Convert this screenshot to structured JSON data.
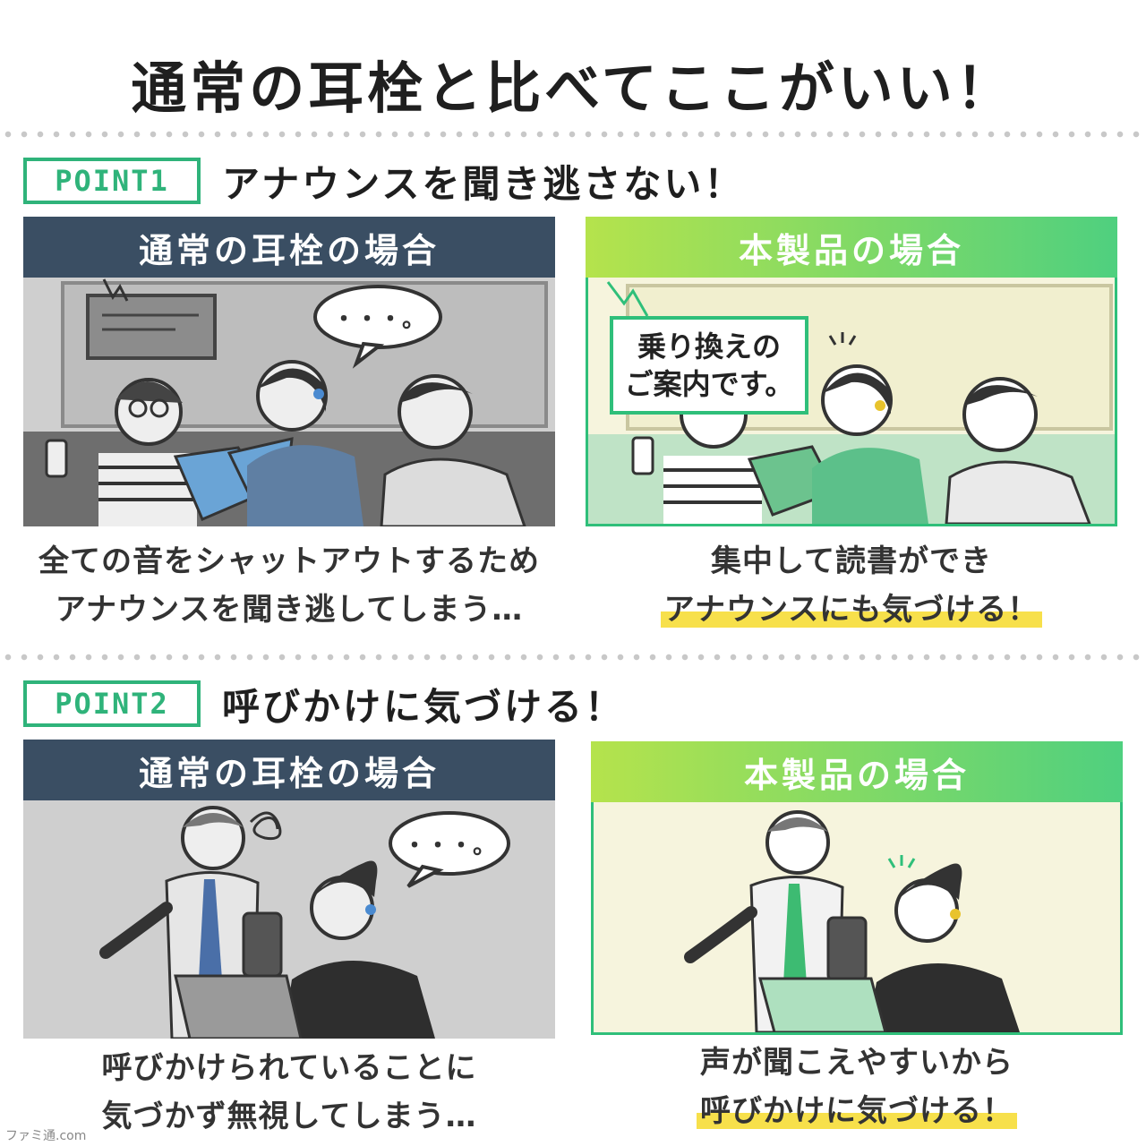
{
  "title": "通常の耳栓と比べてここがいい！",
  "point1": {
    "badge": "POINT1",
    "heading": "アナウンスを聞き逃さない！",
    "normal": {
      "header": "通常の耳栓の場合",
      "bubble": "・・・。",
      "caption_lines": [
        "全ての音をシャットアウトするため",
        "アナウンスを聞き逃してしまう…"
      ]
    },
    "product": {
      "header": "本製品の場合",
      "sign_lines": [
        "乗り換えの",
        "ご案内です。"
      ],
      "caption_line1": "集中して読書ができ",
      "caption_line2": "アナウンスにも気づける！"
    }
  },
  "point2": {
    "badge": "POINT2",
    "heading": "呼びかけに気づける！",
    "normal": {
      "header": "通常の耳栓の場合",
      "bubble": "・・・。",
      "caption_lines": [
        "呼びかけられていることに",
        "気づかず無視してしまう…"
      ]
    },
    "product": {
      "header": "本製品の場合",
      "caption_line1": "声が聞こえやすいから",
      "caption_line2": "呼びかけに気づける！"
    }
  },
  "watermark": "ファミ通.com",
  "colors": {
    "accent_green": "#2fb37a",
    "normal_header": "#3a4e63",
    "highlight_yellow": "#f7e04b"
  }
}
